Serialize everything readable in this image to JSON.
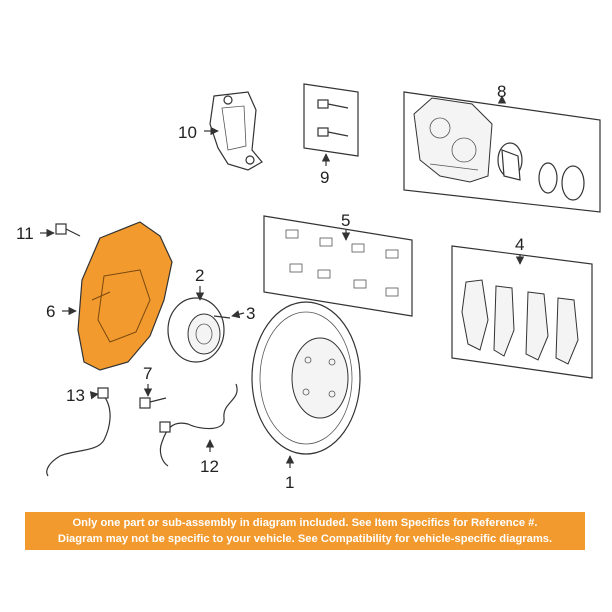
{
  "callouts": {
    "c1": "1",
    "c2": "2",
    "c3": "3",
    "c4": "4",
    "c5": "5",
    "c6": "6",
    "c7": "7",
    "c8": "8",
    "c9": "9",
    "c10": "10",
    "c11": "11",
    "c12": "12",
    "c13": "13"
  },
  "notice": {
    "line1": "Only one part or sub-assembly in diagram included. See Item Specifics for Reference #.",
    "line2": "Diagram may not be specific to your vehicle. See Compatibility for vehicle-specific diagrams."
  },
  "colors": {
    "highlight": "#f29a2e",
    "banner_text": "#ffffff"
  }
}
